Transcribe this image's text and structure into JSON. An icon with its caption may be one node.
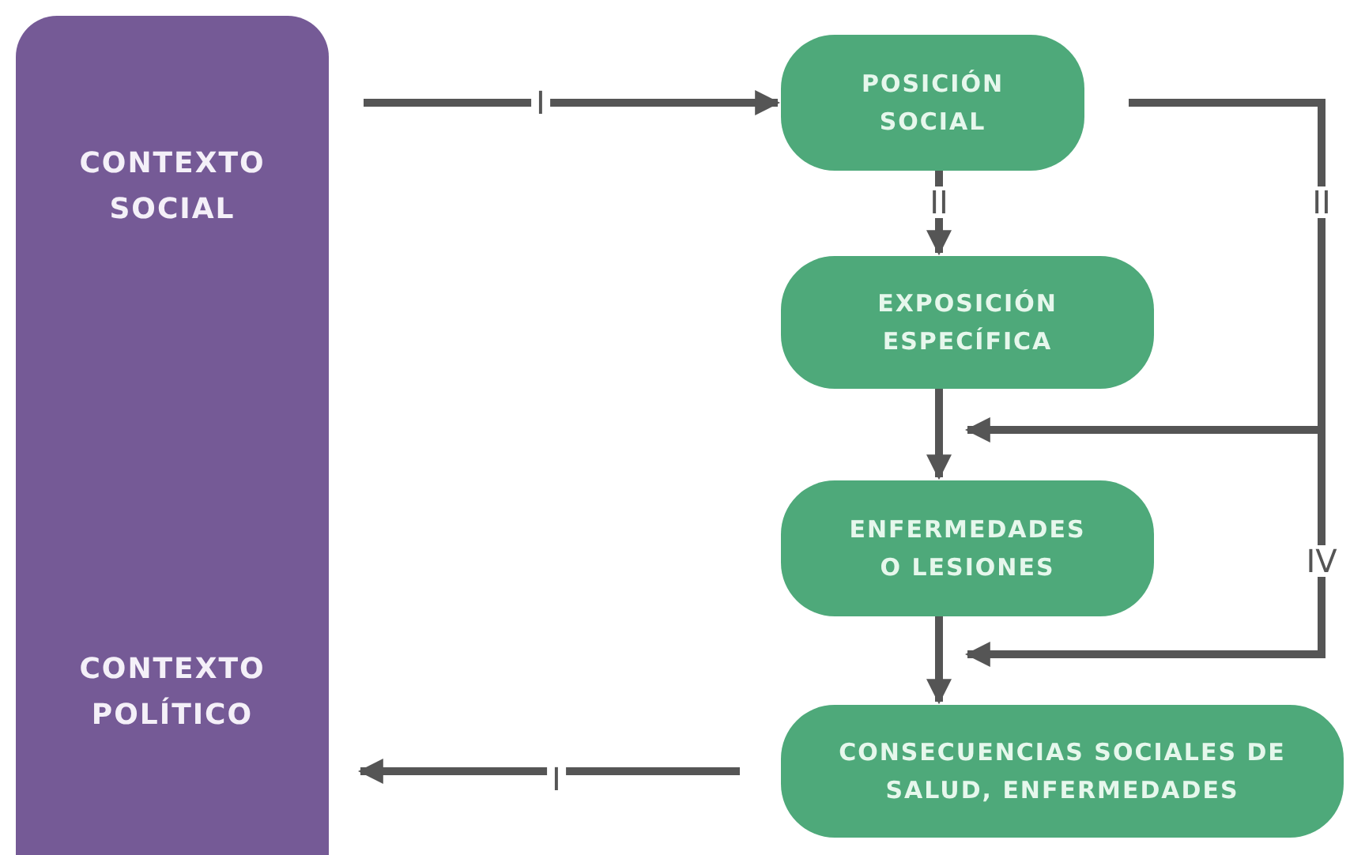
{
  "diagram": {
    "nodes": [
      {
        "text": [
          "CONTEXTO SOCIAL",
          "CONTEXTO POLÍTICO"
        ]
      },
      {
        "text": [
          "POSICIÓN SOCIAL"
        ]
      },
      {
        "text": [
          "EXPOSICIÓN ESPECÍFICA"
        ]
      },
      {
        "text": [
          "ENFERMEDADES O LESIONES"
        ]
      },
      {
        "text": [
          "CONSECUENCIAS SOCIALES DE SALUD, ENFERMEDADES"
        ]
      }
    ],
    "edges": [
      {
        "from": 0,
        "to": 1,
        "arrow": "to",
        "label": "I"
      },
      {
        "from": 1,
        "to": 2,
        "arrow": "to",
        "label": "II"
      },
      {
        "from": 2,
        "to": 3,
        "arrow": "to"
      },
      {
        "from": 3,
        "to": 4,
        "arrow": "to"
      },
      {
        "from": 1,
        "to": 3,
        "arrow": "to",
        "label": "II"
      },
      {
        "from": 1,
        "to": 4,
        "arrow": "to",
        "label": "IV"
      },
      {
        "from": 4,
        "to": 0,
        "arrow": "to",
        "label": "I"
      }
    ]
  }
}
